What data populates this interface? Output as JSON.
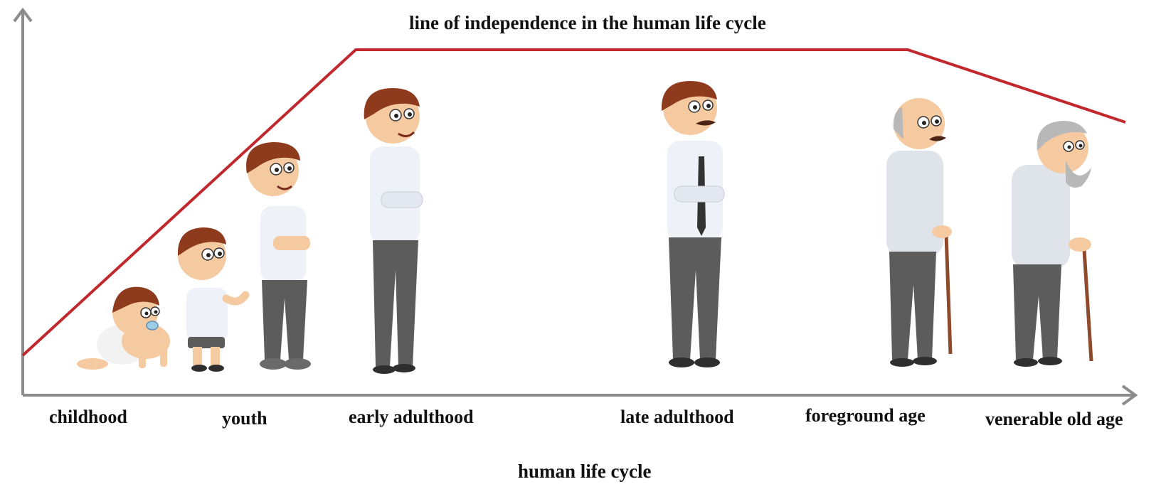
{
  "title": "line of independence in the human life cycle",
  "axis_title": "human life cycle",
  "colors": {
    "independence_line": "#c1272d",
    "axis": "#8c8c8c",
    "skin": "#f6caa0",
    "hair": "#8e3a1c",
    "grey_hair": "#b8b8b8",
    "shirt": "#eef1f7",
    "trousers": "#5c5c5c",
    "shoes": "#2e2e2e",
    "cane": "#8e4a2c"
  },
  "stages": [
    {
      "id": "childhood",
      "label": "childhood",
      "figures": [
        "baby-crawling",
        "toddler-standing"
      ]
    },
    {
      "id": "youth",
      "label": "youth",
      "figures": [
        "youth-arms-crossed"
      ]
    },
    {
      "id": "early-adulthood",
      "label": "early adulthood",
      "figures": [
        "young-man-arms-crossed"
      ]
    },
    {
      "id": "late-adulthood",
      "label": "late adulthood",
      "figures": [
        "mustached-man-with-tie"
      ]
    },
    {
      "id": "foreground-age",
      "label": "foreground age",
      "figures": [
        "balding-old-man-with-cane"
      ]
    },
    {
      "id": "venerable-old-age",
      "label": "venerable old age",
      "figures": [
        "bearded-old-man-with-cane"
      ]
    }
  ]
}
